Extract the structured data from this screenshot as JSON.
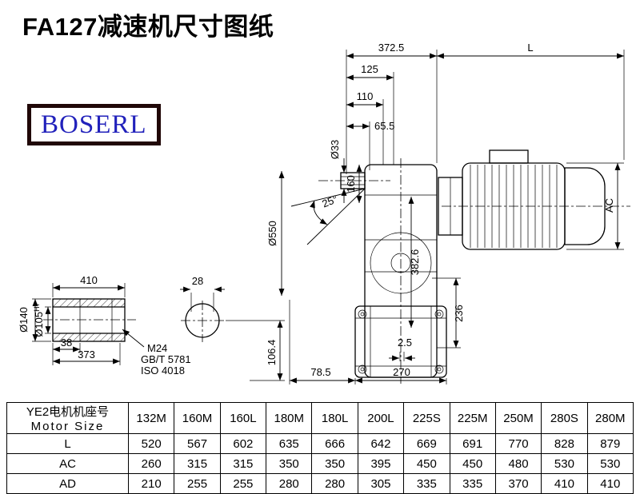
{
  "page": {
    "title": "FA127减速机尺寸图纸",
    "logo_text": "BOSERL"
  },
  "dims": {
    "top_width": "372.5",
    "motor_length": "L",
    "d125": "125",
    "d110": "110",
    "d65_5": "65.5",
    "shaft_dia": "Ø33",
    "d160": "160",
    "angle": "25°",
    "housing_dia": "Ø550",
    "d382_6": "382.6",
    "motor_ac": "AC",
    "d236": "236",
    "d2_5": "2.5",
    "d78_5": "78.5",
    "d270": "270",
    "shaft_len": "410",
    "key_width": "28",
    "d38": "38",
    "d373": "373",
    "outer_dia": "Ø140",
    "bore_dia": "Ø105",
    "bore_tol": "H7",
    "screw": "M24",
    "screw_std1": "GB/T 5781",
    "screw_std2": "ISO 4018",
    "d106_4": "106.4"
  },
  "table": {
    "header_col_cn": "YE2电机机座号",
    "header_col_en": "Motor Size",
    "columns": [
      "132M",
      "160M",
      "160L",
      "180M",
      "180L",
      "200L",
      "225S",
      "225M",
      "250M",
      "280S",
      "280M"
    ],
    "rows": [
      {
        "label": "L",
        "values": [
          "520",
          "567",
          "602",
          "635",
          "666",
          "642",
          "669",
          "691",
          "770",
          "828",
          "879"
        ]
      },
      {
        "label": "AC",
        "values": [
          "260",
          "315",
          "315",
          "350",
          "350",
          "395",
          "450",
          "450",
          "480",
          "530",
          "530"
        ]
      },
      {
        "label": "AD",
        "values": [
          "210",
          "255",
          "255",
          "280",
          "280",
          "305",
          "335",
          "335",
          "370",
          "410",
          "410"
        ]
      }
    ]
  }
}
